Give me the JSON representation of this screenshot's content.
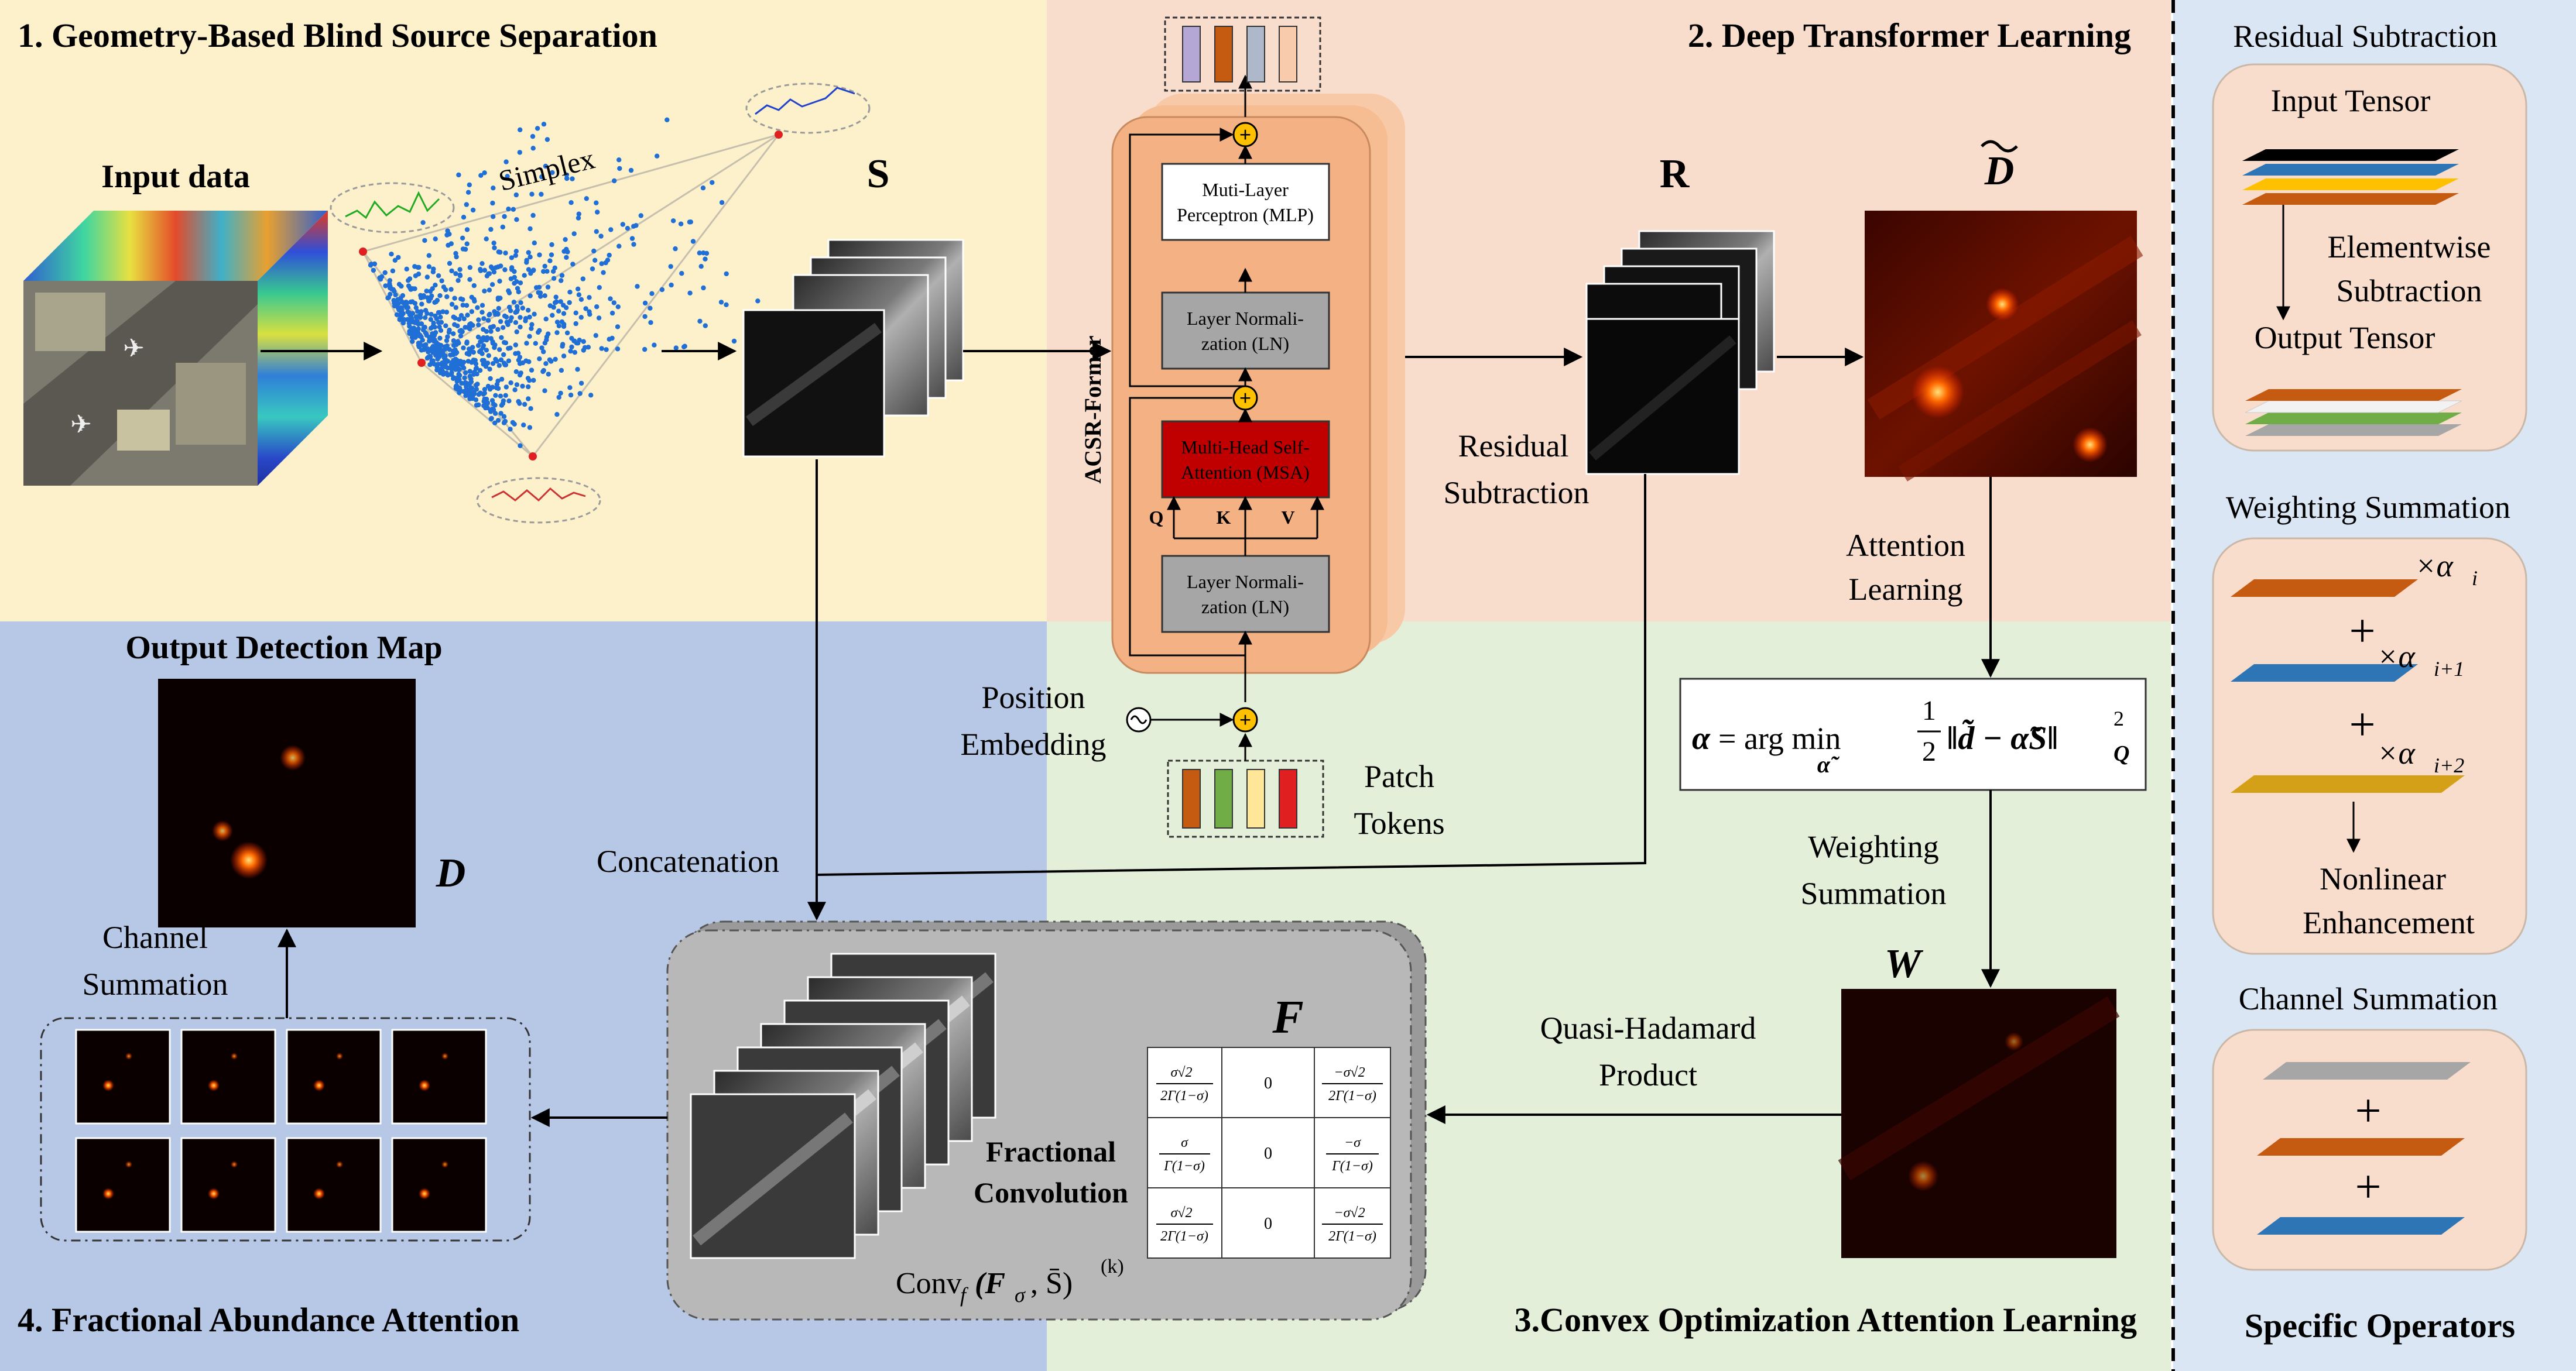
{
  "colors": {
    "yellow_panel": "#fdf1cc",
    "salmon_panel": "#f9ddcc",
    "blue_panel": "#b6c8e6",
    "green_panel": "#e3efd9",
    "ops_panel": "#dbe6f4",
    "transformer_block": "#f4b183",
    "msa_red": "#c00000",
    "adder_yellow": "#ffc000"
  },
  "sections": {
    "s1_title": "1. Geometry-Based Blind Source Separation",
    "s2_title": "2. Deep Transformer Learning",
    "s3_title": "3.Convex Optimization Attention Learning",
    "s4_title": "4. Fractional Abundance Attention"
  },
  "panel1": {
    "input_label": "Input data",
    "simplex_label": "Simplex",
    "s_label": "S"
  },
  "transformer": {
    "side_label": "ACSR-Former",
    "mlp": [
      "Muti-Layer",
      "Perceptron (MLP)"
    ],
    "ln_top": [
      "Layer Normali-",
      "zation (LN)"
    ],
    "msa": [
      "Multi-Head Self-",
      "Attention (MSA)"
    ],
    "ln_bottom": [
      "Layer Normali-",
      "zation (LN)"
    ],
    "q": "Q",
    "k": "K",
    "v": "V",
    "position_embedding": [
      "Position",
      "Embedding"
    ],
    "patch_tokens": [
      "Patch",
      "Tokens"
    ]
  },
  "panel2": {
    "r_label": "R",
    "d_tilde_label": "D",
    "residual_subtraction": [
      "Residual",
      "Subtraction"
    ],
    "attention_learning": [
      "Attention",
      "Learning"
    ]
  },
  "panel3": {
    "equation": "α = arg min ½‖d̃ − α̃S‖²_Q",
    "eq_alpha": "α",
    "eq_argmin": "= arg min",
    "eq_argmin_sub": "α̃",
    "eq_half_num": "1",
    "eq_half_den": "2",
    "eq_norm": "‖d̃ − α̃S‖",
    "eq_sup": "2",
    "eq_sub": "Q",
    "weighting_summation": [
      "Weighting",
      "Summation"
    ],
    "w_label": "W",
    "quasi_hadamard": [
      "Quasi-Hadamard",
      "Product"
    ]
  },
  "panel4": {
    "output_map_label": "Output Detection Map",
    "d_label": "D",
    "channel_summation": [
      "Channel",
      "Summation"
    ],
    "concatenation": "Concatenation",
    "f_label": "F",
    "fractional_convolution": [
      "Fractional",
      "Convolution"
    ],
    "conv_formula": "Conv",
    "conv_sub": "f",
    "conv_args": "(F",
    "conv_sigma": "σ",
    "conv_rest": ", S̄)",
    "conv_sup": "(k)",
    "matrix": [
      [
        "σ√2^σ / 2Γ(1−σ)",
        "0",
        "−σ√2^σ / 2Γ(1−σ)"
      ],
      [
        "σ / Γ(1−σ)",
        "0",
        "−σ / Γ(1−σ)"
      ],
      [
        "σ√2^σ / 2Γ(1−σ)",
        "0",
        "−σ√2^σ / 2Γ(1−σ)"
      ]
    ],
    "matrix_cells": {
      "num_sqrt": "σ√2",
      "num_sqrt_sup": "σ",
      "den_2g": "2Γ(1−σ)",
      "neg_num_sqrt": "−σ√2",
      "num_s": "σ",
      "den_g": "Γ(1−σ)",
      "neg_num_s": "−σ",
      "zero": "0"
    }
  },
  "operators": {
    "residual_subtraction": "Residual Subtraction",
    "input_tensor": "Input Tensor",
    "elementwise": [
      "Elementwise",
      "Subtraction"
    ],
    "output_tensor": "Output Tensor",
    "weighting_summation": "Weighting Summation",
    "alpha_i": "×α",
    "alpha_sub_i": "i",
    "alpha_sub_i1": "i+1",
    "alpha_sub_i2": "i+2",
    "nonlinear": [
      "Nonlinear",
      "Enhancement"
    ],
    "channel_summation": "Channel Summation",
    "plus": "+",
    "specific_operators": "Specific Operators"
  }
}
